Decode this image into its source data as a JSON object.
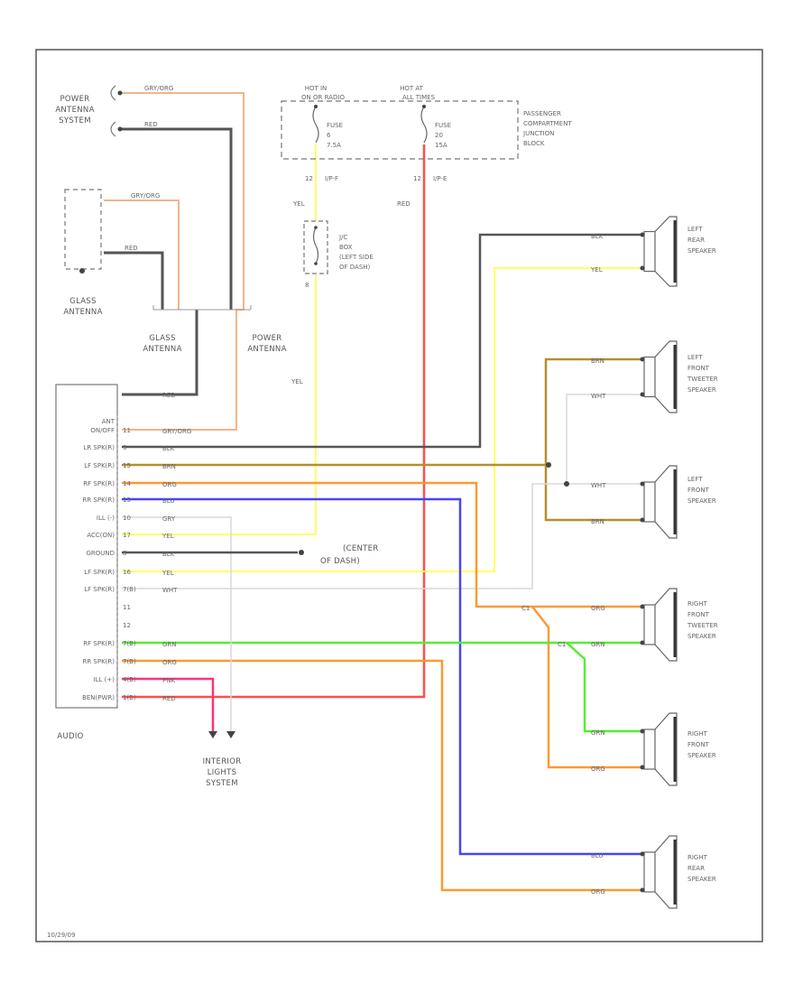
{
  "diagram": {
    "fuse_block": {
      "hot_in_run_line1": "HOT IN",
      "hot_in_run_line2": "ON OR RADIO",
      "hot_at_all_line1": "HOT AT",
      "hot_at_all_line2": "ALL TIMES",
      "fuse1_line1": "FUSE",
      "fuse1_line2": "6",
      "fuse1_line3": "7.5A",
      "fuse2_line1": "FUSE",
      "fuse2_line2": "20",
      "fuse2_line3": "15A",
      "block_line1": "PASSENGER",
      "block_line2": "COMPARTMENT",
      "block_line3": "JUNCTION",
      "block_line4": "BLOCK",
      "conn1_a": "12",
      "conn1_b": "I/P-F",
      "conn2_a": "12",
      "conn2_b": "I/P-E"
    },
    "jc": {
      "line1": "J/C",
      "line2": "BOX",
      "line3": "(LEFT SIDE",
      "line4": "OF DASH)",
      "pin": "8"
    },
    "power_antenna_system": {
      "line1": "POWER",
      "line2": "ANTENNA",
      "line3": "SYSTEM"
    },
    "glass_antenna_top": {
      "line1": "GLASS",
      "line2": "ANTENNA"
    },
    "glass_antenna_mid": {
      "line1": "GLASS",
      "line2": "ANTENNA"
    },
    "power_antenna_mid": {
      "line1": "POWER",
      "line2": "ANTENNA"
    },
    "ground_center": {
      "line1": "(CENTER",
      "line2": "OF DASH)"
    },
    "interior_lights": {
      "line1": "INTERIOR",
      "line2": "LIGHTS",
      "line3": "SYSTEM"
    },
    "audio_label": "AUDIO",
    "ref_code": "10/29/09",
    "wire_labels": {
      "gry_org": "GRY/ORG",
      "red": "RED",
      "yel": "YEL",
      "blk": "BLK",
      "brn": "BRN",
      "wht": "WHT",
      "org": "ORG",
      "blu": "BLU",
      "grn": "GRN",
      "pnk": "PNK",
      "gry": "GRY"
    },
    "audio_pins": [
      {
        "label": "ANT",
        "pin": ""
      },
      {
        "label": "ON/OFF",
        "pin": "11"
      },
      {
        "label": "LR SPK(R)",
        "pin": "9"
      },
      {
        "label": "LF SPK(R)",
        "pin": "15"
      },
      {
        "label": "RF SPK(R)",
        "pin": "14"
      },
      {
        "label": "RR SPK(R)",
        "pin": "13"
      },
      {
        "label": "ILL (-)",
        "pin": "10"
      },
      {
        "label": "ACC(ON)",
        "pin": "17"
      },
      {
        "label": "GROUND",
        "pin": "8"
      },
      {
        "label": "LF SPK(R)",
        "pin": "16"
      },
      {
        "label": "LF SPK(R)",
        "pin": "7(B)"
      },
      {
        "label": "",
        "pin": "11"
      },
      {
        "label": "",
        "pin": "12"
      },
      {
        "label": "RF SPK(R)",
        "pin": "7(B)"
      },
      {
        "label": "RR SPK(R)",
        "pin": "7(B)"
      },
      {
        "label": "ILL (+)",
        "pin": "4(B)"
      },
      {
        "label": "BEN(PWR)",
        "pin": "1(B)"
      }
    ],
    "speakers": {
      "lr": {
        "line1": "LEFT",
        "line2": "REAR",
        "line3": "SPEAKER"
      },
      "lft": {
        "line1": "LEFT",
        "line2": "FRONT",
        "line3": "TWEETER",
        "line4": "SPEAKER"
      },
      "lf": {
        "line1": "LEFT",
        "line2": "FRONT",
        "line3": "SPEAKER"
      },
      "rft": {
        "line1": "RIGHT",
        "line2": "FRONT",
        "line3": "TWEETER",
        "line4": "SPEAKER"
      },
      "rf": {
        "line1": "RIGHT",
        "line2": "FRONT",
        "line3": "SPEAKER"
      },
      "rr": {
        "line1": "RIGHT",
        "line2": "REAR",
        "line3": "SPEAKER"
      }
    },
    "colors": {
      "gry_org": "#f0b58a",
      "black": "#555555",
      "yellow": "#ffff66",
      "red": "#ff4d4d",
      "brown": "#b58f2a",
      "white": "#d8d8d8",
      "orange": "#ff9933",
      "blue": "#4444ff",
      "green": "#55ee33",
      "pink": "#ff3377"
    }
  }
}
